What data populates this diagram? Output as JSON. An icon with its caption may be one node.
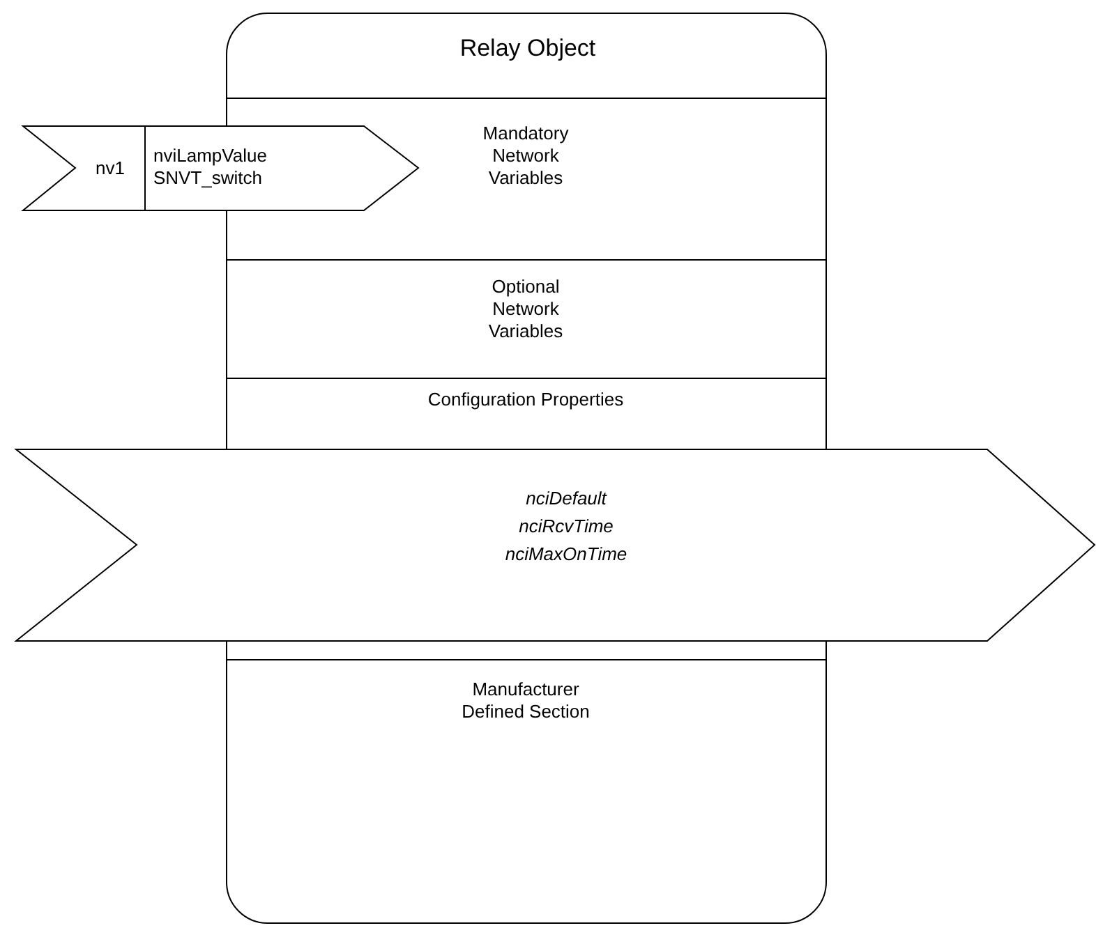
{
  "diagram": {
    "nodes": [
      {
        "text": [
          "Relay Object"
        ]
      },
      {
        "text": [
          "Mandatory Network Variables"
        ],
        "in": 0
      },
      {
        "text": [
          "Optional Network Variables"
        ],
        "in": 0
      },
      {
        "text": [
          "Configuration Properties"
        ],
        "in": 0
      },
      {
        "text": [
          "Manufacturer Defined Section"
        ],
        "in": 0
      },
      {
        "text": [
          "nv1",
          "nviLampValue",
          "SNVT_switch"
        ]
      },
      {
        "text": [
          "nciDefault",
          "nciRcvTime",
          "nciMaxOnTime"
        ]
      }
    ]
  }
}
